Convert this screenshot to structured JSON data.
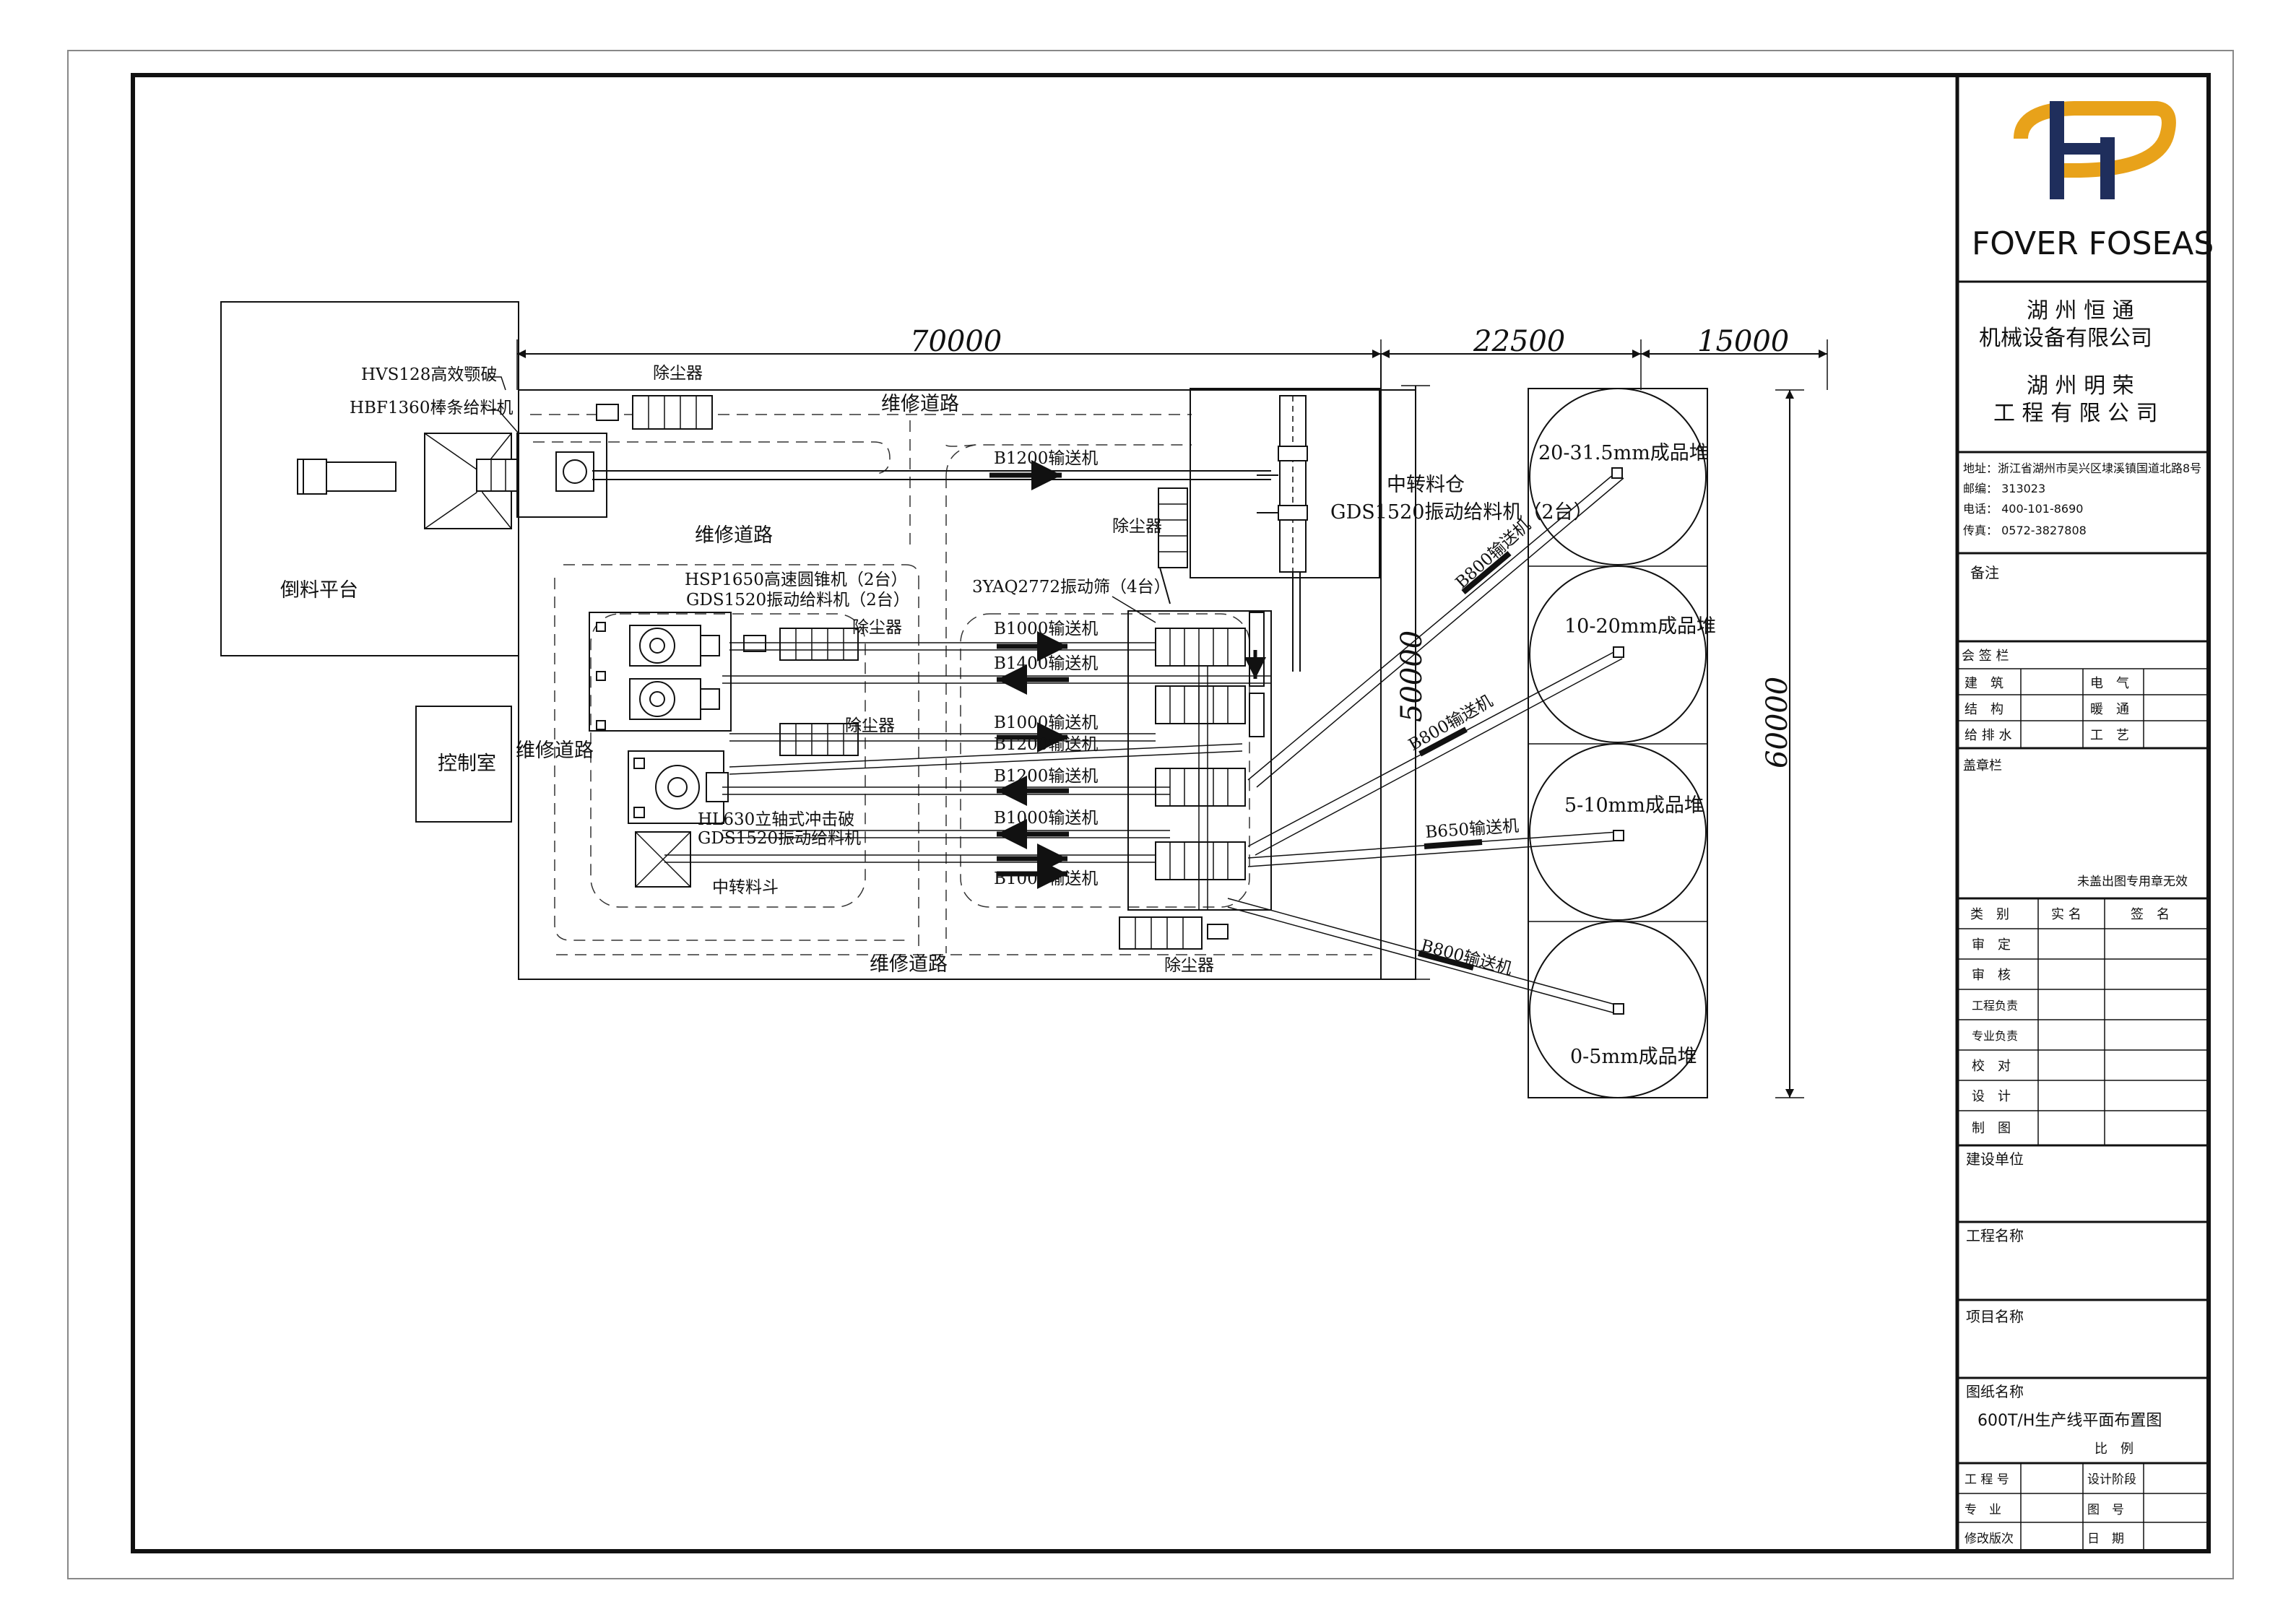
{
  "dimensions": {
    "d70000": "70000",
    "d22500": "22500",
    "d15000": "15000",
    "d50000": "50000",
    "d60000": "60000"
  },
  "labels": {
    "hvs128": "HVS128高效颚破",
    "hbf1360": "HBF1360棒条给料机",
    "dump_platform": "倒料平台",
    "control_room": "控制室",
    "repair_road": "维修道路",
    "dust_collector": "除尘器",
    "b1200": "B1200输送机",
    "transfer_bin": "中转料仓",
    "gds1520_2": "GDS1520振动给料机（2台）",
    "hsp1650": "HSP1650高速圆锥机（2台）",
    "gds1520_cone": "GDS1520振动给料机（2台）",
    "screen": "3YAQ2772振动筛（4台）",
    "b1000": "B1000输送机",
    "b1400": "B1400输送机",
    "hl630": "HL630立轴式冲击破",
    "gds1520_single": "GDS1520振动给料机",
    "transfer_hopper": "中转料斗",
    "b800": "B800输送机",
    "b650": "B650输送机",
    "pile1": "20-31.5mm成品堆",
    "pile2": "10-20mm成品堆",
    "pile3": "5-10mm成品堆",
    "pile4": "0-5mm成品堆"
  },
  "title_block": {
    "brand": "FOVER FOSEAS",
    "brand_colors": {
      "gold": "#E8A21A",
      "navy": "#1F2E5C"
    },
    "company1_line1": "湖 州 恒 通",
    "company1_line2": "机械设备有限公司",
    "company2_line1": "湖 州 明 荣",
    "company2_line2": "工 程 有 限 公 司",
    "address": "地址：浙江省湖州市吴兴区埭溪镇国道北路8号",
    "postcode": "邮编： 313023",
    "phone": "电话： 400-101-8690",
    "fax": "传真： 0572-3827808",
    "remarks": "备注",
    "countersign": "会 签 栏",
    "sign_rows": [
      [
        "建　筑",
        "电　气"
      ],
      [
        "结　构",
        "暖　通"
      ],
      [
        "给 排 水",
        "工　艺"
      ]
    ],
    "seal": "盖章栏",
    "seal_note": "未盖出图专用章无效",
    "review_header": [
      "类　别",
      "实 名",
      "签　名"
    ],
    "review_rows": [
      "审　定",
      "审　核",
      "工程负责",
      "专业负责",
      "校　对",
      "设　计",
      "制　图"
    ],
    "client": "建设单位",
    "project_name": "工程名称",
    "item_name": "项目名称",
    "drawing_name": "图纸名称",
    "drawing_title": "600T/H生产线平面布置图",
    "scale": "比　例",
    "bottom_rows": [
      [
        "工 程 号",
        "设计阶段"
      ],
      [
        "专　业",
        "图　号"
      ],
      [
        "修改版次",
        "日　期"
      ]
    ]
  }
}
